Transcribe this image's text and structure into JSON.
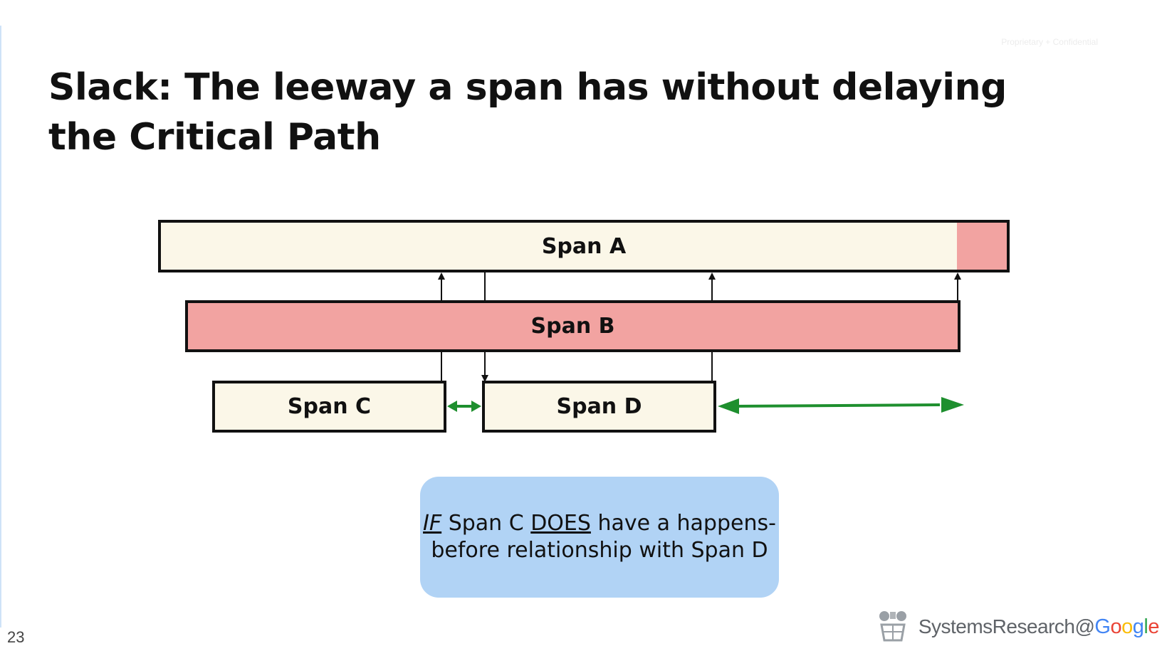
{
  "slide": {
    "title": "Slack: The leeway a span has without delaying the Critical Path",
    "classification": "Proprietary + Confidential",
    "page_number": "23"
  },
  "spans": {
    "a": "Span A",
    "b": "Span B",
    "c": "Span C",
    "d": "Span D"
  },
  "callout": {
    "if_word": "IF",
    "part1": " Span C ",
    "does_word": "DOES",
    "part2": " have a happens-before relationship with Span D"
  },
  "footer": {
    "prefix": "SystemsResearch@",
    "google_letters": [
      "G",
      "o",
      "o",
      "g",
      "l",
      "e"
    ],
    "google_colors": [
      "#4285F4",
      "#EA4335",
      "#FBBC05",
      "#4285F4",
      "#34A853",
      "#EA4335"
    ]
  },
  "colors": {
    "critical": "#f2a3a1",
    "normal_span": "#fbf7e8",
    "slack_arrow": "#1e8f2e",
    "callout_bg": "#b1d3f5"
  }
}
